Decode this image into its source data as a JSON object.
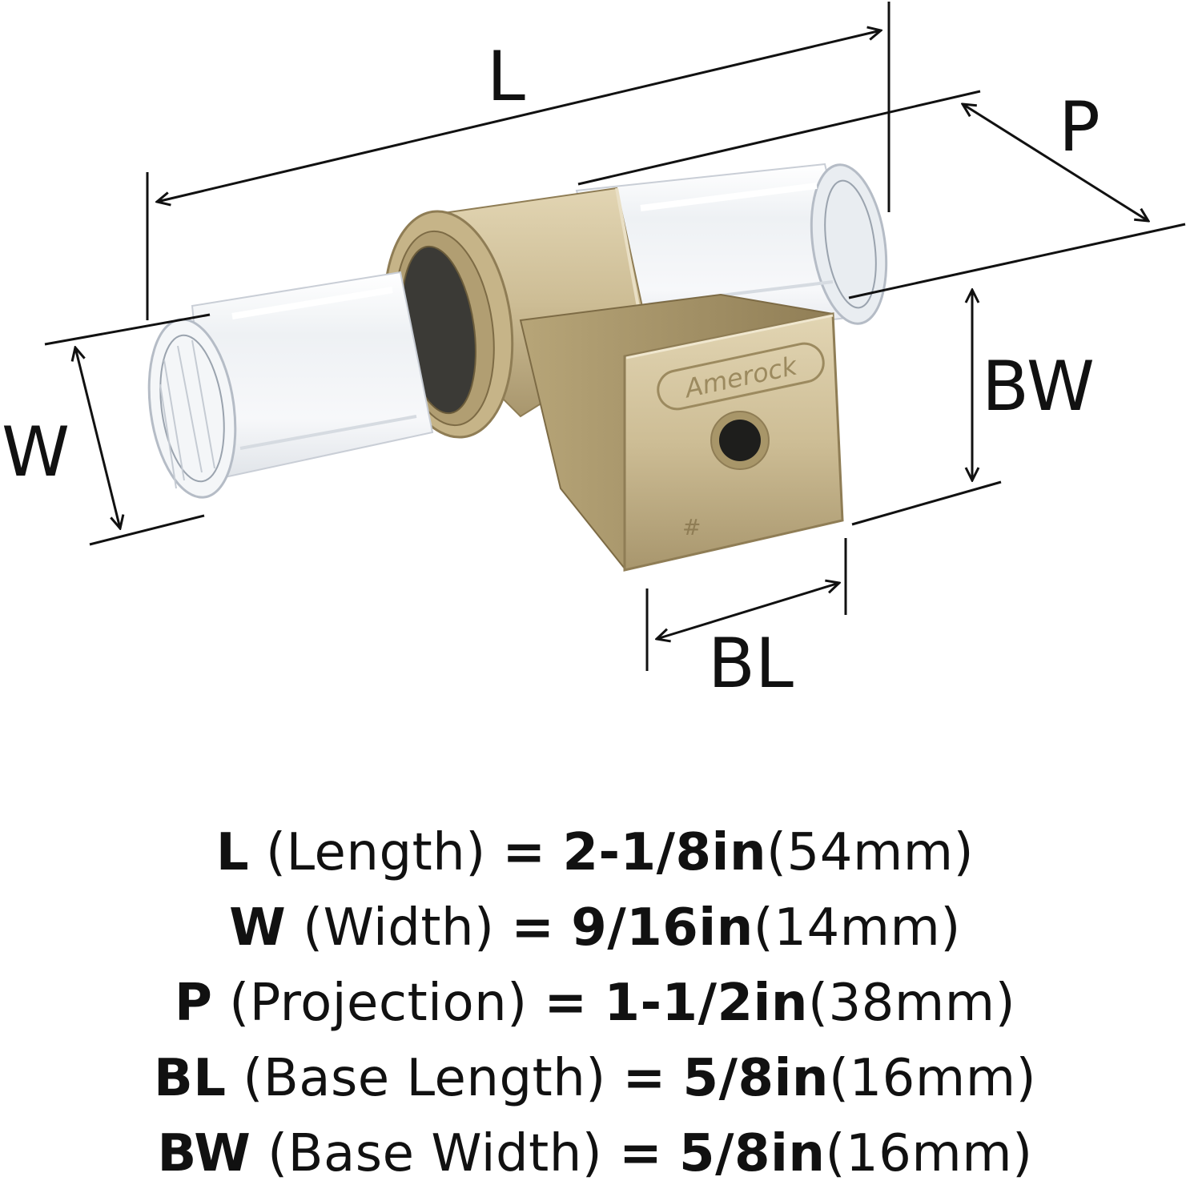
{
  "diagram": {
    "dimension_letters": {
      "L": "L",
      "P": "P",
      "W": "W",
      "BW": "BW",
      "BL": "BL"
    },
    "brand_mark": "Amerock",
    "base_mark": "#",
    "colors": {
      "finish": "#cdbd95",
      "finish_dark": "#8f7d55",
      "crystal": "#f4f6f8",
      "line": "#111111"
    }
  },
  "specs": [
    {
      "abbr": "L",
      "name": "(Length)",
      "eq": "=",
      "imperial": "2-1/8in",
      "metric": "(54mm)"
    },
    {
      "abbr": "W",
      "name": "(Width)",
      "eq": "=",
      "imperial": "9/16in",
      "metric": "(14mm)"
    },
    {
      "abbr": "P",
      "name": "(Projection)",
      "eq": "=",
      "imperial": "1-1/2in",
      "metric": "(38mm)"
    },
    {
      "abbr": "BL",
      "name": "(Base Length)",
      "eq": "=",
      "imperial": "5/8in",
      "metric": "(16mm)"
    },
    {
      "abbr": "BW",
      "name": "(Base Width)",
      "eq": "=",
      "imperial": "5/8in",
      "metric": "(16mm)"
    }
  ]
}
